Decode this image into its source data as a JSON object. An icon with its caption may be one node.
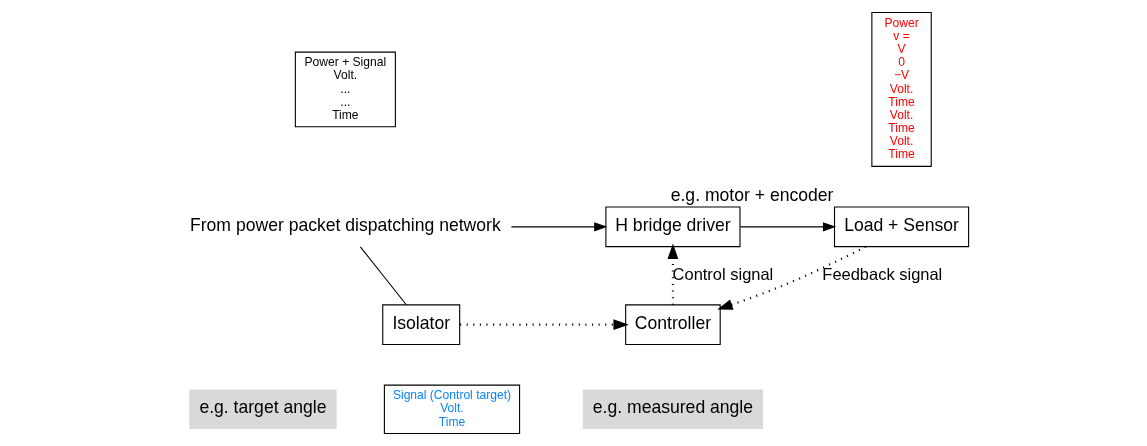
{
  "diagram": {
    "nodes": [
      {
        "text": [
          "Power + Signal",
          "Volt.",
          "...",
          "...",
          "Time"
        ]
      },
      {
        "text": [
          "From power packet dispatching network"
        ]
      },
      {
        "text": [
          "Isolator"
        ]
      },
      {
        "text": [
          "H bridge driver"
        ]
      },
      {
        "text": [
          "Power",
          "v =",
          "V",
          "0",
          "−V",
          "Volt.",
          "Time",
          "Volt.",
          "Time",
          "Volt.",
          "Time"
        ]
      },
      {
        "text": [
          "Load + Sensor"
        ],
        "beside": [
          "e.g. motor + encoder"
        ]
      },
      {
        "text": [
          "Controller"
        ]
      },
      {
        "text": [
          "Signal (Control target)",
          "Volt.",
          "Time"
        ]
      }
    ],
    "edges": [
      {
        "from": 1,
        "to": 3,
        "arrow": "to"
      },
      {
        "from": 1,
        "to": 2,
        "arrow": "none"
      },
      {
        "from": 3,
        "to": 5,
        "arrow": "to"
      },
      {
        "from": 2,
        "to": 6,
        "arrow": "to",
        "style": "dashed"
      },
      {
        "from": 6,
        "to": 3,
        "arrow": "to",
        "style": "dashed",
        "label": "Control signal"
      },
      {
        "from": 5,
        "to": 6,
        "arrow": "to",
        "style": "dashed",
        "label": "Feedback signal"
      }
    ],
    "labels": [
      "e.g. target angle",
      "e.g. measured angle"
    ]
  }
}
